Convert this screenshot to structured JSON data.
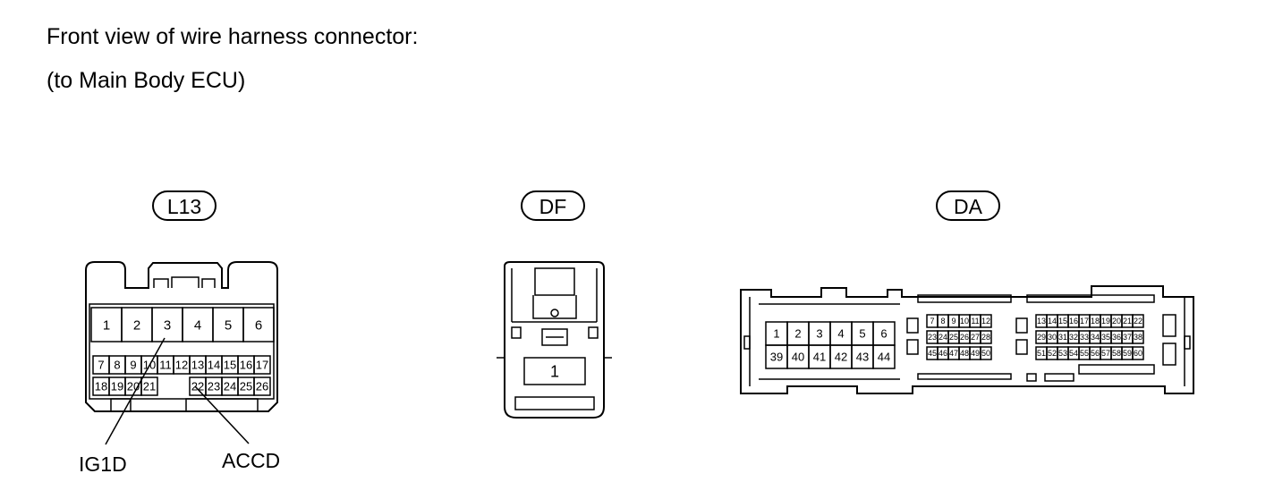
{
  "title_line1": "Front view of wire harness connector:",
  "title_line2": "(to Main Body ECU)",
  "connectors": [
    {
      "name": "L13",
      "rows": [
        [
          "1",
          "2",
          "3",
          "4",
          "5",
          "6"
        ],
        [
          "7",
          "8",
          "9",
          "10",
          "11",
          "12",
          "13",
          "14",
          "15",
          "16",
          "17"
        ],
        [
          "18",
          "19",
          "20",
          "21",
          "22",
          "23",
          "24",
          "25",
          "26"
        ]
      ],
      "callouts": [
        "IG1D",
        "ACCD"
      ]
    },
    {
      "name": "DF",
      "rows": [
        [
          "1"
        ]
      ]
    },
    {
      "name": "DA",
      "groups": [
        {
          "rows": [
            [
              "1",
              "2",
              "3",
              "4",
              "5",
              "6"
            ],
            [
              "39",
              "40",
              "41",
              "42",
              "43",
              "44"
            ]
          ]
        },
        {
          "rows": [
            [
              "7",
              "8",
              "9",
              "10",
              "11",
              "12"
            ],
            [
              "23",
              "24",
              "25",
              "26",
              "27",
              "28"
            ],
            [
              "45",
              "46",
              "47",
              "48",
              "49",
              "50"
            ]
          ]
        },
        {
          "rows": [
            [
              "13",
              "14",
              "15",
              "16",
              "17",
              "18",
              "19",
              "20",
              "21",
              "22"
            ],
            [
              "29",
              "30",
              "31",
              "32",
              "33",
              "34",
              "35",
              "36",
              "37",
              "38"
            ],
            [
              "51",
              "52",
              "53",
              "54",
              "55",
              "56",
              "57",
              "58",
              "59",
              "60"
            ]
          ]
        }
      ]
    }
  ]
}
